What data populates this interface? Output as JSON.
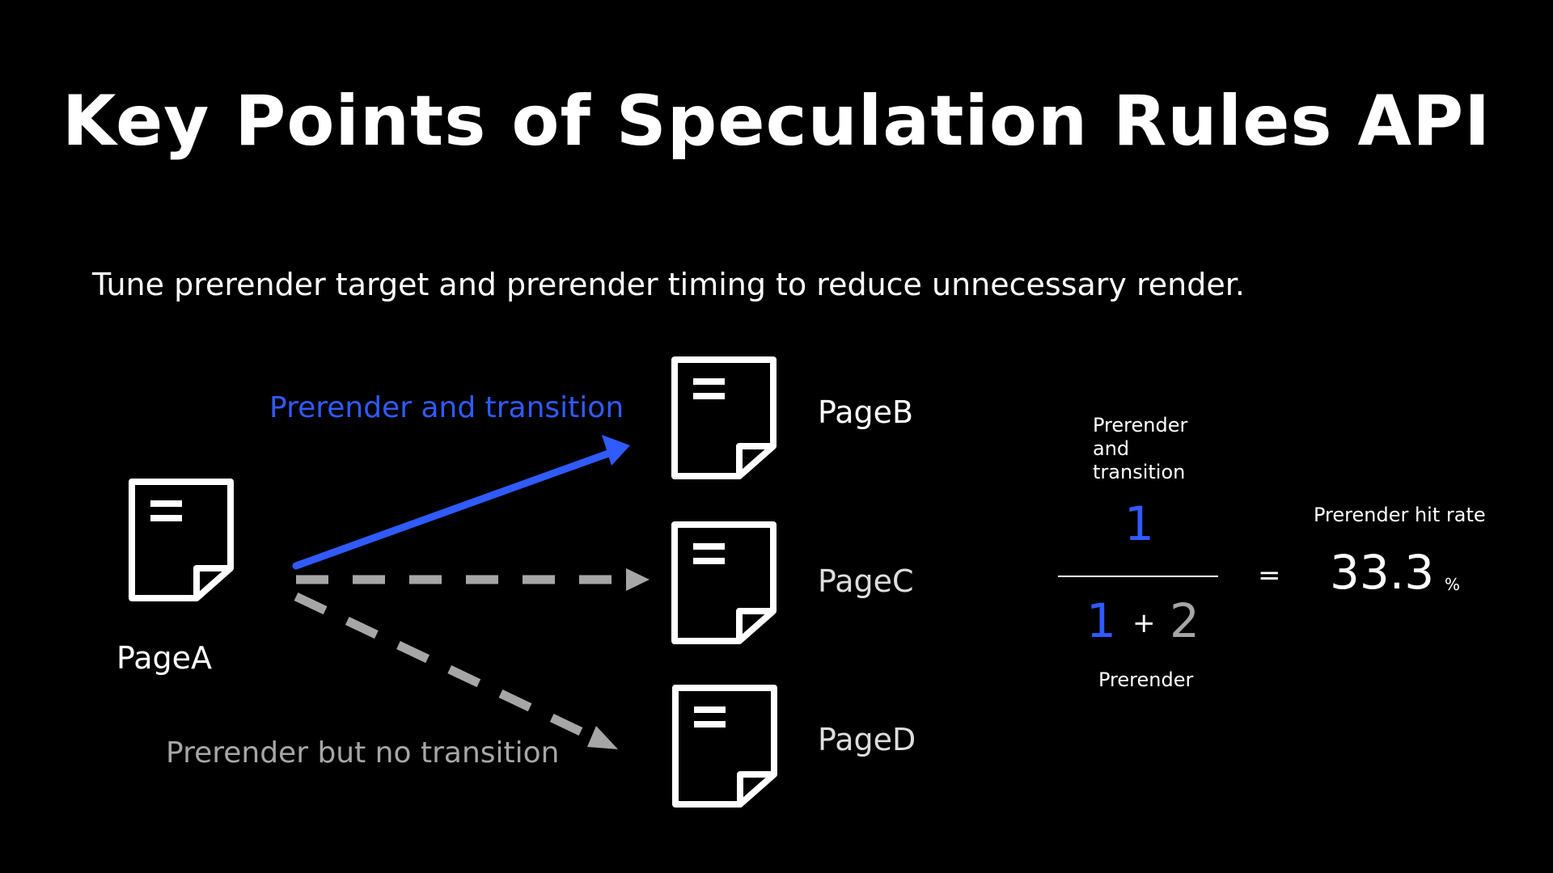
{
  "slide": {
    "title": "Key Points of Speculation Rules API",
    "subtitle": "Tune prerender target and prerender timing to reduce unnecessary render."
  },
  "pages": {
    "a": "PageA",
    "b": "PageB",
    "c": "PageC",
    "d": "PageD"
  },
  "arrows": {
    "transition_label": "Prerender and transition",
    "no_transition_label": "Prerender but no transition"
  },
  "formula": {
    "numerator_caption_lines": [
      "Prerender",
      "and",
      "transition"
    ],
    "numerator": "1",
    "denominator_left": "1",
    "plus": "+",
    "denominator_right": "2",
    "denominator_caption": "Prerender",
    "equals": "=",
    "result_caption": "Prerender hit rate",
    "result_value": "33.3",
    "result_unit": "%"
  },
  "colors": {
    "background": "#000000",
    "accent_blue": "#2f5bff",
    "muted_gray": "#a6a6a6",
    "foreground": "#ffffff"
  },
  "icons": {
    "page": "document-icon"
  }
}
